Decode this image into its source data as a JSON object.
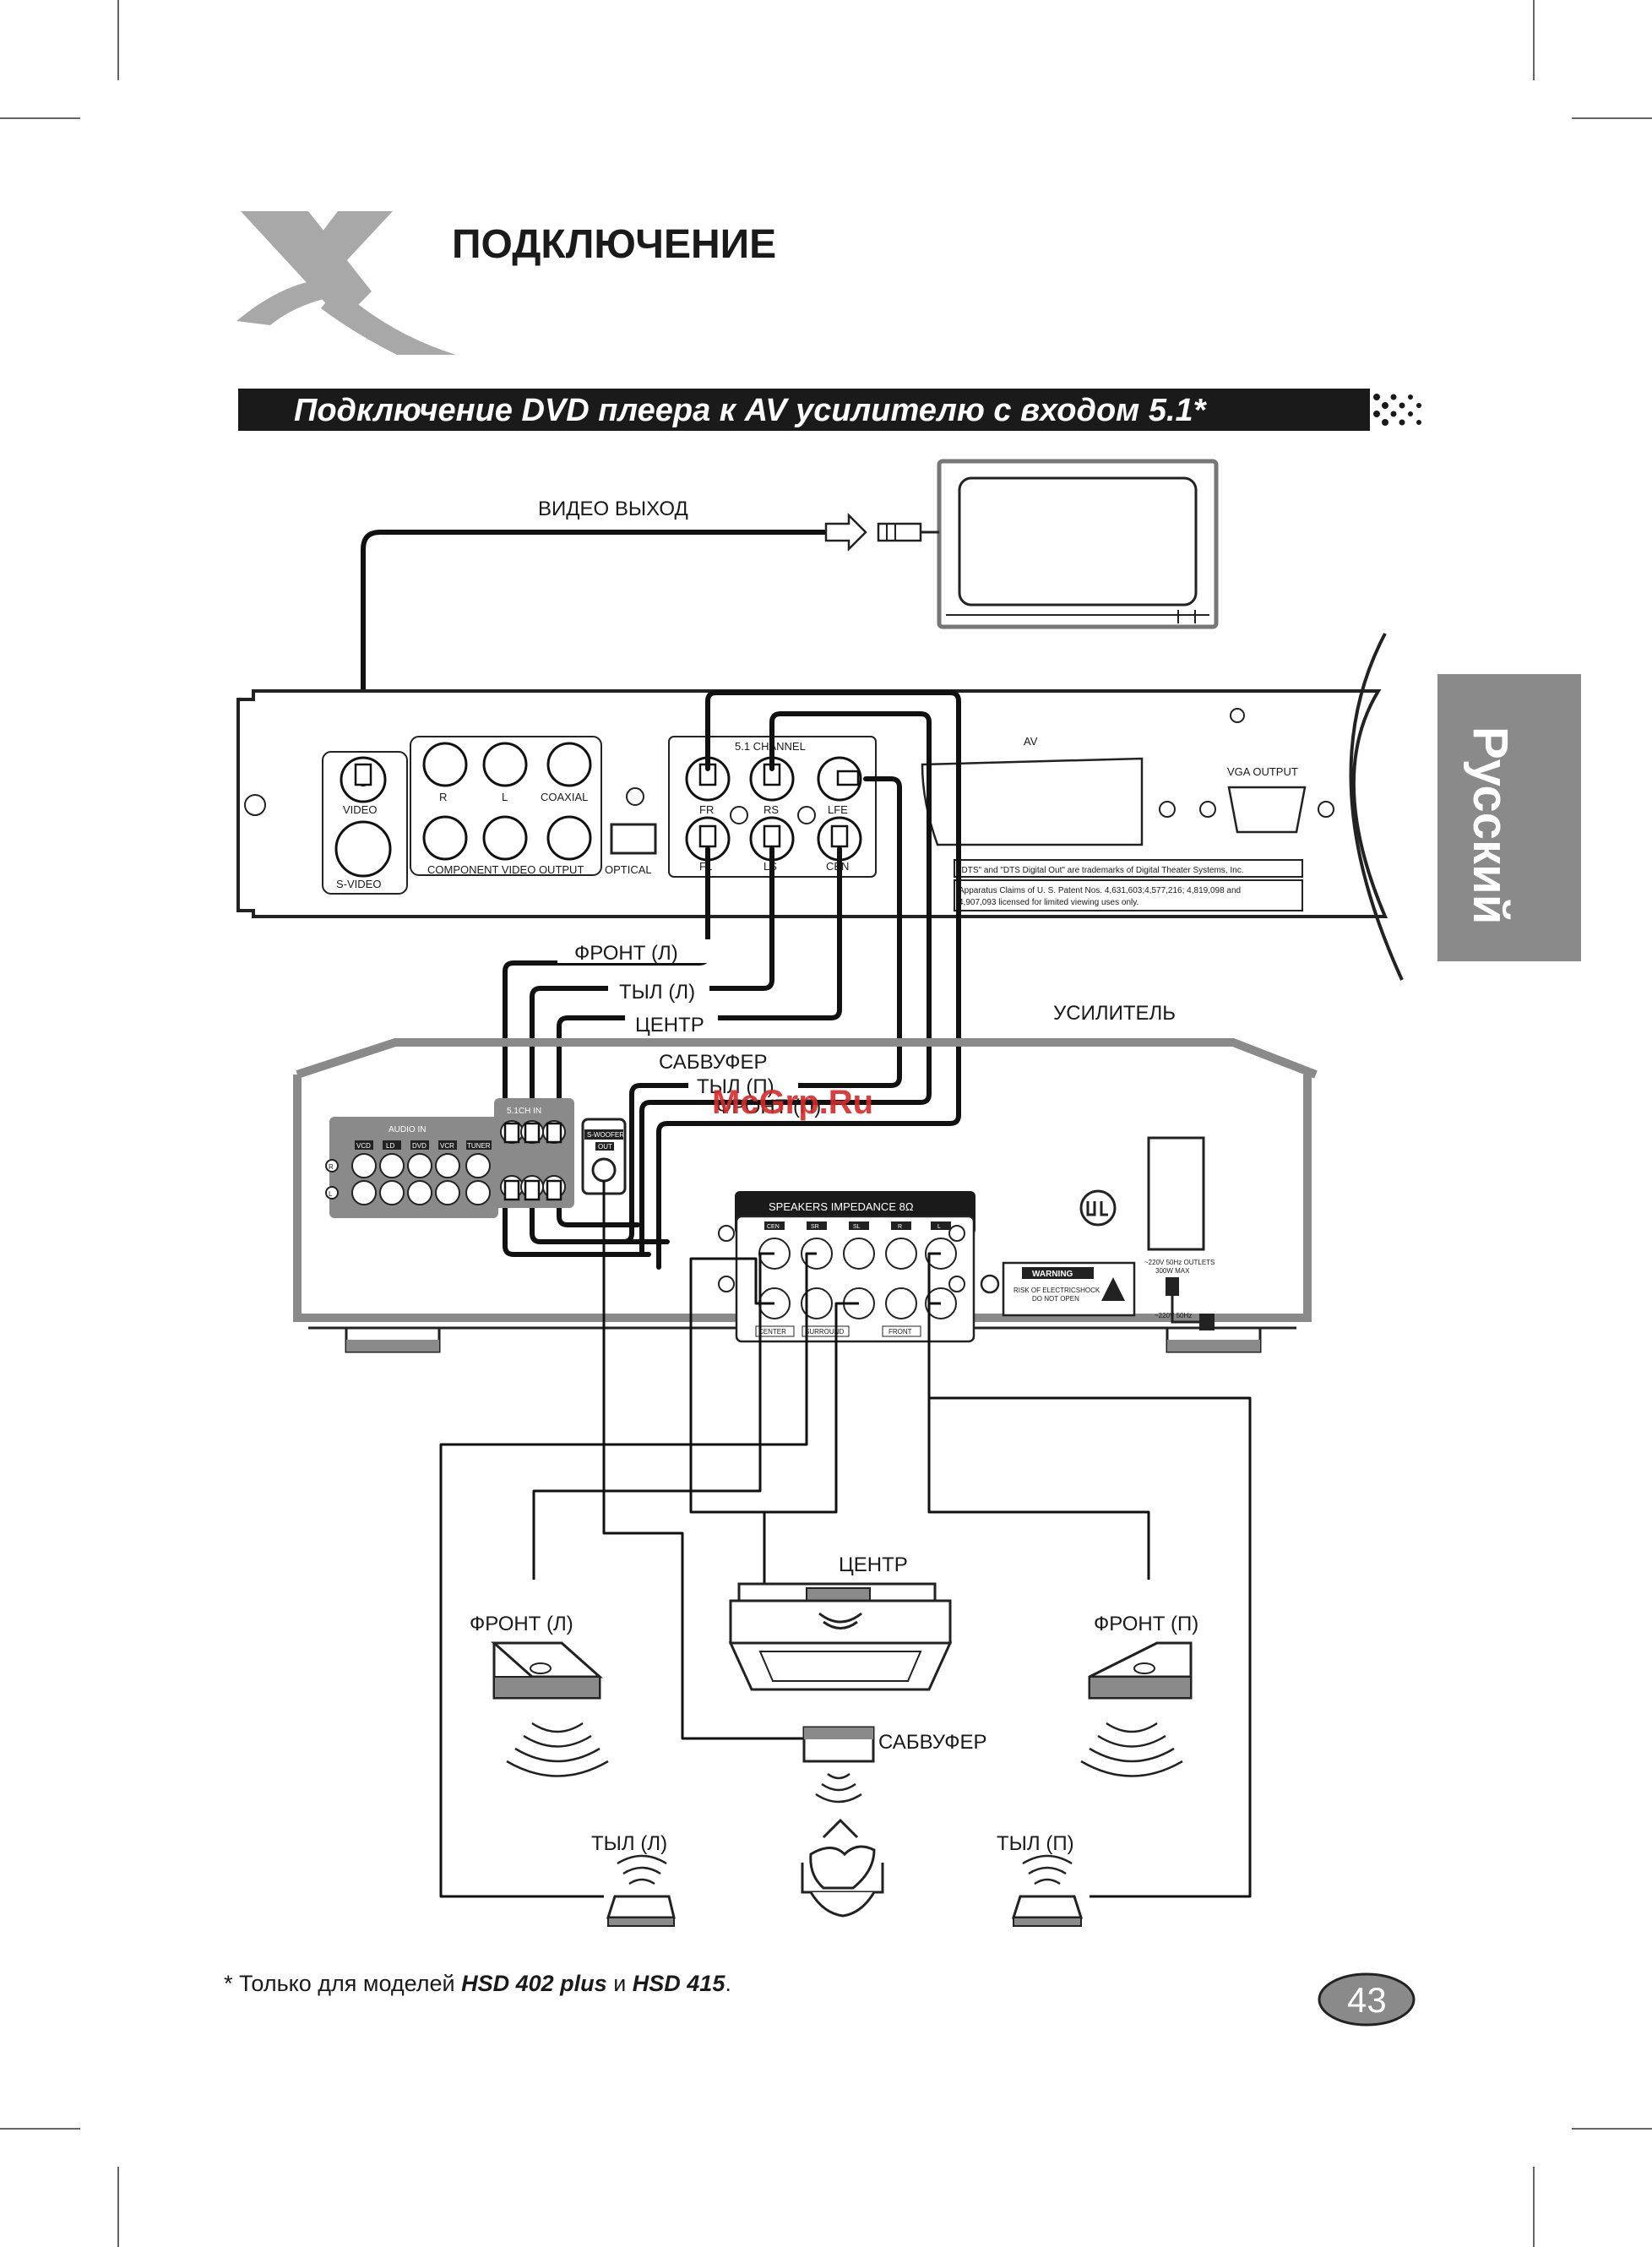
{
  "page": {
    "section_title": "ПОДКЛЮЧЕНИЕ",
    "banner_title": "Подключение DVD плеера к AV усилителю с входом 5.1*",
    "side_tab": "Русский",
    "page_number": "43",
    "footnote": {
      "prefix": "* Только для моделей ",
      "model1": "HSD 402 plus",
      "middle": " и ",
      "model2": "HSD 415",
      "suffix": "."
    },
    "watermark": "McGrp.Ru"
  },
  "diagram": {
    "video_out_label": "ВИДЕО ВЫХОД",
    "amplifier_label": "УСИЛИТЕЛЬ",
    "cable_labels": [
      "ФРОНТ (Л)",
      "ТЫЛ (Л)",
      "ЦЕНТР",
      "САБВУФЕР",
      "ТЫЛ (П)",
      "ФРОНТ (П)"
    ],
    "speakers": {
      "center": "ЦЕНТР",
      "front_left": "ФРОНТ (Л)",
      "front_right": "ФРОНТ (П)",
      "subwoofer": "САБВУФЕР",
      "rear_left": "ТЫЛ (Л)",
      "rear_right": "ТЫЛ (П)"
    },
    "dvd_panel": {
      "video": "VIDEO",
      "svideo": "S-VIDEO",
      "r": "R",
      "l": "L",
      "coaxial": "COAXIAL",
      "component": "COMPONENT VIDEO OUTPUT",
      "optical": "OPTICAL",
      "ch51": "5.1 CHANNEL",
      "fr": "FR",
      "rs": "RS",
      "lfe": "LFE",
      "fl": "FL",
      "ls": "LS",
      "cen": "CEN",
      "av": "AV",
      "vga": "VGA OUTPUT",
      "dts_note": "\"DTS\" and \"DTS Digital Out\" are trademarks of Digital Theater Systems, Inc.",
      "patent_note1": "Apparatus Claims of U. S. Patent Nos. 4,631,603;4,577,216; 4,819,098 and",
      "patent_note2": "4,907,093 licensed for limited viewing uses only."
    },
    "amp_panel": {
      "audio_in": "AUDIO IN",
      "in_labels": [
        "VCD",
        "LD",
        "DVD",
        "VCR",
        "TUNER"
      ],
      "row_r": "R",
      "row_l": "L",
      "ch51_in": "5.1CH IN",
      "swoofer": "S-WOOFER",
      "out": "OUT",
      "speakers_imp": "SPEAKERS IMPEDANCE 8Ω",
      "sp_top": [
        "CEN",
        "SR",
        "SL",
        "R",
        "L"
      ],
      "sp_bottom": [
        "CENTER",
        "SURROUND",
        "FRONT"
      ],
      "warning": "WARNING",
      "warning_sub1": "RISK OF ELECTRICSHOCK",
      "warning_sub2": "DO NOT OPEN",
      "outlet1": "~220V 50Hz OUTLETS",
      "outlet2": "300W MAX",
      "mains": "~220V 50Hz"
    }
  }
}
